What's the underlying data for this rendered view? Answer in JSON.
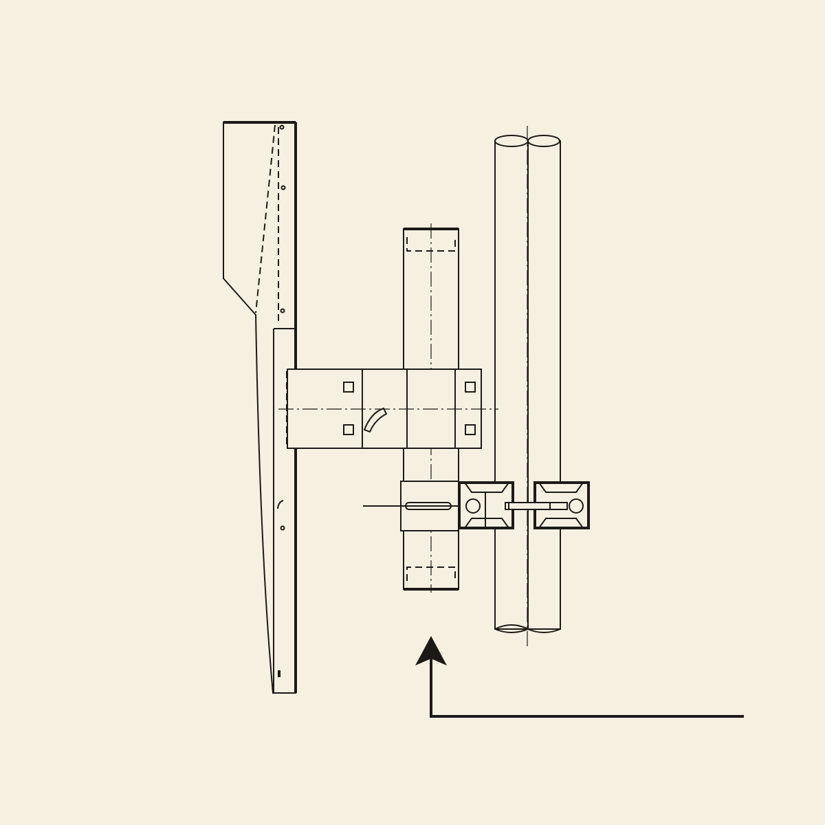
{
  "diagram": {
    "colors": {
      "background": "#f5f0e0",
      "line": "#1c1a17"
    },
    "icons": [
      "mirror-panel",
      "mounting-bracket",
      "vertical-bar",
      "pipe-clamp",
      "pole",
      "direction-arrow"
    ]
  }
}
